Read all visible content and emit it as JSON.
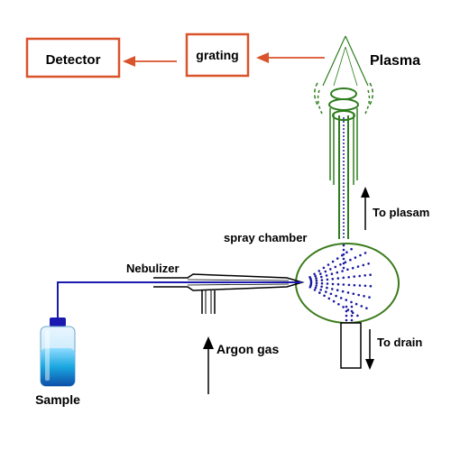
{
  "labels": {
    "detector": "Detector",
    "grating": "grating",
    "plasma": "Plasma",
    "to_plasma": "To plasam",
    "spray_chamber": "spray chamber",
    "nebulizer": "Nebulizer",
    "argon_gas": "Argon gas",
    "to_drain": "To drain",
    "sample": "Sample"
  },
  "colors": {
    "box_border": "#d9532b",
    "arrow_red": "#d9532b",
    "tube_blue": "#1a1ab0",
    "torch_green": "#2e7d1e",
    "chamber_green": "#3a7a1a",
    "droplet_blue": "#1a1aa0",
    "bottle_liquid": "#1aa6e0"
  }
}
